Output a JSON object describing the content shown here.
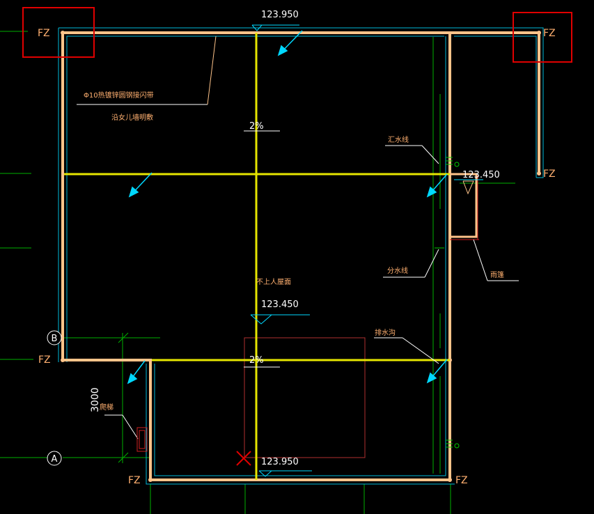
{
  "labels": {
    "fz": "FZ",
    "elev_top": "123.950",
    "elev_right": "123.450",
    "elev_mid": "123.450",
    "elev_bottom": "123.950",
    "slope_top": "2%",
    "slope_bottom": "2%",
    "dim_3000": "3000",
    "axis_b": "B",
    "axis_a": "A",
    "note_line1": "Φ10热镀锌圆钢接闪带",
    "note_line2": "沿女儿墙明敷",
    "note_huishui": "汇水线",
    "note_fenshui": "分水线",
    "note_paishui": "排水沟",
    "note_yupeng": "雨篷",
    "note_roof": "不上人屋面",
    "note_paiti": "爬梯"
  },
  "colors": {
    "wall": "#ffc48a",
    "ridge": "#e6e600",
    "cyan": "#00d8ff",
    "green": "#00c800",
    "highlight": "#e00000",
    "text": "#ffb070",
    "white": "#ffffff"
  }
}
